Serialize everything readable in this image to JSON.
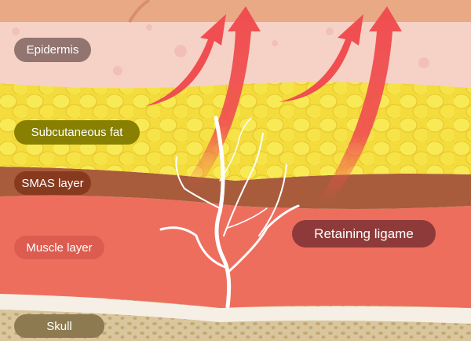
{
  "labels": {
    "epidermis": "Epidermis",
    "fat": "Subcutaneous fat",
    "smas": "SMAS layer",
    "muscle": "Muscle layer",
    "ligament": "Retaining ligame",
    "skull": "Skull"
  },
  "colors": {
    "top_skin": "#e9a985",
    "epidermis": "#f6d2c6",
    "fat": "#f3dc3c",
    "smas": "#a85c3c",
    "muscle": "#ee6e5e",
    "periosteum": "#f6efe6",
    "skull": "#d9c69c",
    "arrow": "#f04e50"
  }
}
